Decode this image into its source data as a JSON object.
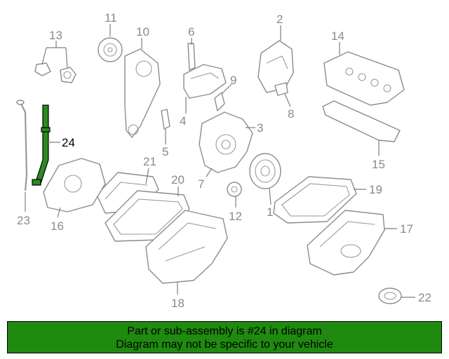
{
  "callouts": {
    "c1": "1",
    "c2": "2",
    "c3": "3",
    "c4": "4",
    "c5": "5",
    "c6": "6",
    "c7": "7",
    "c8": "8",
    "c9": "9",
    "c10": "10",
    "c11": "11",
    "c12": "12",
    "c13": "13",
    "c14": "14",
    "c15": "15",
    "c16": "16",
    "c17": "17",
    "c18": "18",
    "c19": "19",
    "c20": "20",
    "c21": "21",
    "c22": "22",
    "c23": "23",
    "c24": "24"
  },
  "banner": {
    "line1": "Part or sub-assembly is #24 in diagram",
    "line2": "Diagram may not be specific to your vehicle"
  },
  "colors": {
    "banner_bg": "#1f8a0f",
    "highlight_part": "#2c8a1f",
    "line_gray": "#8c8c8c"
  }
}
